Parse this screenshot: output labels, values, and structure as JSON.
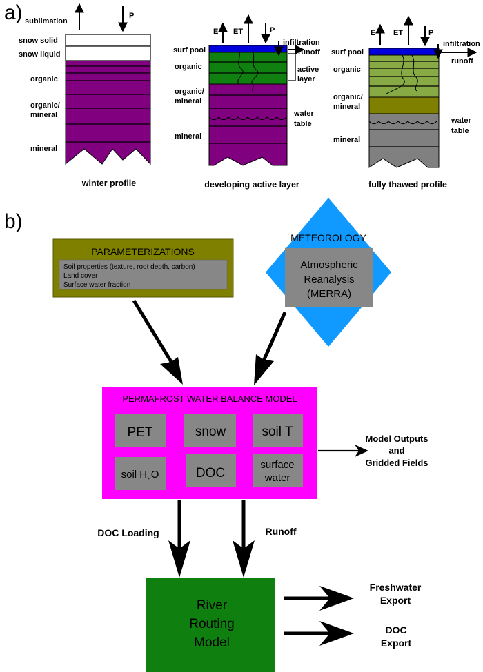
{
  "panel_a": {
    "label": "a)",
    "winter": {
      "title": "winter profile",
      "sublimation": "sublimation",
      "p": "P",
      "layers": [
        "snow solid",
        "snow liquid",
        "organic",
        "organic/",
        "mineral",
        "mineral"
      ]
    },
    "developing": {
      "title": "developing active layer",
      "e": "E",
      "et": "ET",
      "p": "P",
      "infiltration": "infiltration",
      "runoff": "runoff",
      "active": "active",
      "layer": "layer",
      "surf_pool": "surf pool",
      "organic": "organic",
      "organic_mineral_1": "organic/",
      "organic_mineral_2": "mineral",
      "water": "water",
      "table": "table",
      "mineral": "mineral"
    },
    "thawed": {
      "title": "fully thawed profile",
      "e": "E",
      "et": "ET",
      "p": "P",
      "infiltration": "infiltration",
      "runoff": "runoff",
      "surf_pool": "surf pool",
      "organic": "organic",
      "organic_mineral_1": "organic/",
      "organic_mineral_2": "mineral",
      "water": "water",
      "table": "table",
      "mineral": "mineral"
    }
  },
  "panel_b": {
    "label": "b)",
    "parameterizations": {
      "title": "PARAMETERIZATIONS",
      "items": [
        "Soil properties (texture, root depth, carbon)",
        "Land cover",
        "Surface water fraction"
      ]
    },
    "meteorology": {
      "title": "METEOROLOGY",
      "lines": [
        "Atmospheric",
        "Reanalysis",
        "(MERRA)"
      ]
    },
    "pwbm": {
      "title": "PERMAFROST WATER BALANCE MODEL",
      "pet": "PET",
      "snow": "snow",
      "soil_t": "soil T",
      "soil_h2o_prefix": "soil H",
      "soil_h2o_sub": "2",
      "soil_h2o_suffix": "O",
      "doc": "DOC",
      "surface_water_1": "surface",
      "surface_water_2": "water"
    },
    "model_outputs": [
      "Model Outputs",
      "and",
      "Gridded Fields"
    ],
    "doc_loading": "DOC Loading",
    "runoff": "Runoff",
    "river": [
      "River",
      "Routing",
      "Model"
    ],
    "freshwater_export": [
      "Freshwater",
      "Export"
    ],
    "doc_export": [
      "DOC",
      "Export"
    ]
  },
  "colors": {
    "purple": "#800080",
    "green": "#108010",
    "blue": "#0000dd",
    "light_green": "#88aa44",
    "olive": "#7f7f00",
    "gray": "#808080",
    "magenta": "#ff00ff",
    "sky": "#1099ff",
    "box_gray": "#878787",
    "river_green": "#0f800f"
  }
}
